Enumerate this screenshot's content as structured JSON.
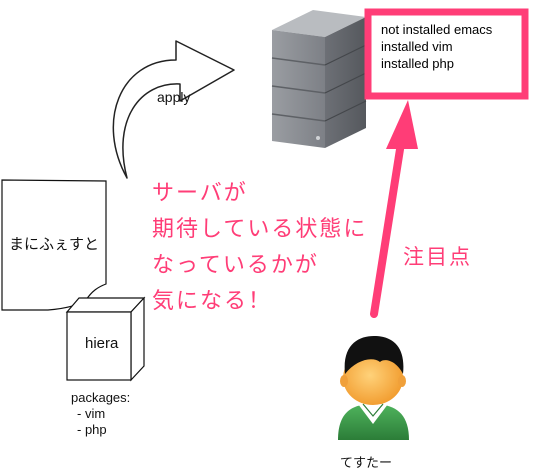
{
  "server_status": {
    "lines": [
      "not installed emacs",
      "installed vim",
      "installed php"
    ]
  },
  "apply_label": "apply",
  "manifest_label": "まにふぇすと",
  "hiera_label": "hiera",
  "packages": {
    "title": "packages:",
    "items": [
      "- vim",
      "- php"
    ]
  },
  "question_lines": [
    "サーバが",
    "期待している状態に",
    "なっているかが",
    "気になる！"
  ],
  "focus_label": "注目点",
  "user_label": "てすたー",
  "colors": {
    "accent": "#ff3d77",
    "server_gray": "#8a8d92",
    "person_shirt": "#3a9a4a",
    "person_skin": "#f8b35a"
  }
}
